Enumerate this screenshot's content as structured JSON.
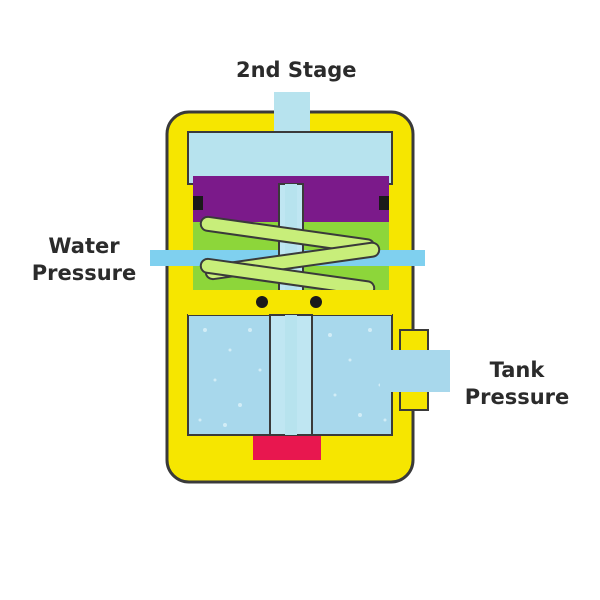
{
  "labels": {
    "top": "2nd Stage",
    "left": [
      "Water",
      "Pressure"
    ],
    "right": [
      "Tank",
      "Pressure"
    ]
  },
  "colors": {
    "housing": "#f6e600",
    "housing_outline": "#3a3a3a",
    "upper_water": "#b7e3ee",
    "lower_water": "#a8d8ec",
    "piston": "#7b1a8a",
    "spring_light": "#c8ee7a",
    "spring_dark": "#8dd63a",
    "pipe": "#7fd0ef",
    "stem": "#bfe6f2",
    "seal": "#e8174f",
    "ball": "#1a1a1a"
  }
}
